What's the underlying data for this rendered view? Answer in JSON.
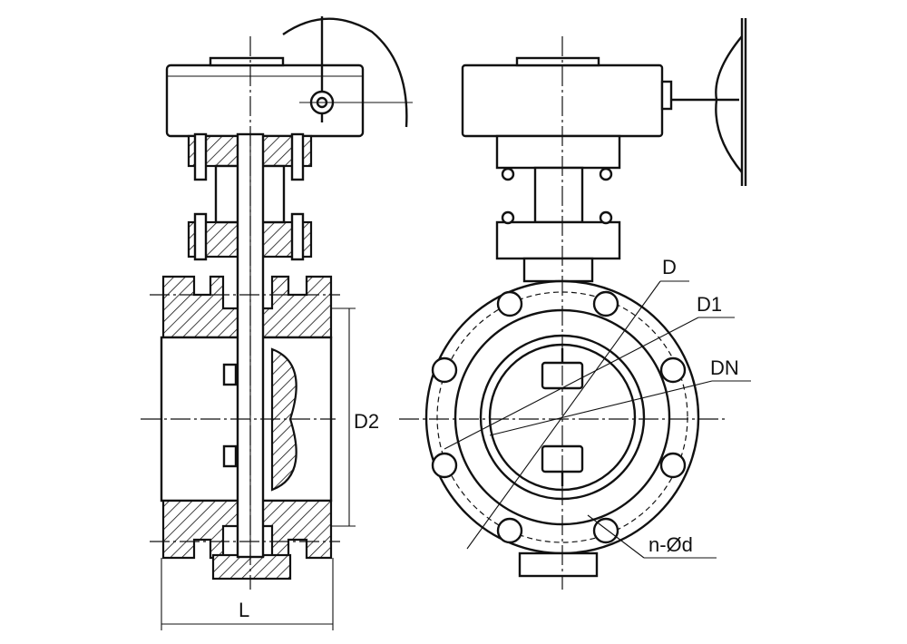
{
  "drawing": {
    "title": "Butterfly valve with gear operator - dimension drawing",
    "labels": {
      "d": "D",
      "d1": "D1",
      "dn": "DN",
      "d2": "D2",
      "l": "L",
      "bolt_holes": "n-Ød"
    },
    "bolt_hole_count_shown": 8
  }
}
